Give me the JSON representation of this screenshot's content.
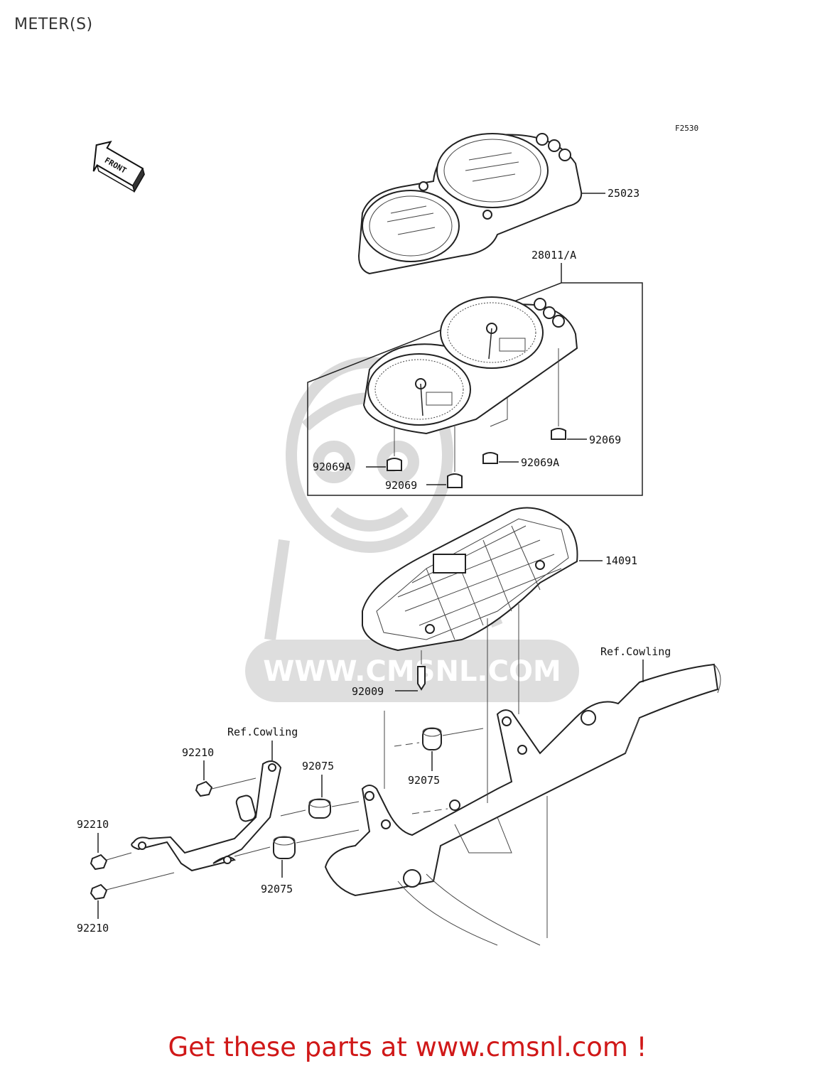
{
  "page": {
    "title": "METER(S)"
  },
  "diagram": {
    "figure_code": "F2530",
    "front_label": "FRONT",
    "watermark": "WWW.CMSNL.COM",
    "labels": {
      "p25023": "25023",
      "p28011": "28011/A",
      "p92069_right": "92069",
      "p92069a_right": "92069A",
      "p92069a_left": "92069A",
      "p92069_left": "92069",
      "p14091": "14091",
      "p92009": "92009",
      "ref_cowling_right": "Ref.Cowling",
      "ref_cowling_left": "Ref.Cowling",
      "p92210_top": "92210",
      "p92075_top_left": "92075",
      "p92075_top_right": "92075",
      "p92210_mid": "92210",
      "p92075_bottom": "92075",
      "p92210_bottom": "92210"
    }
  },
  "footer": {
    "text": "Get these parts at www.cmsnl.com !"
  },
  "colors": {
    "footer": "#d01818",
    "watermark": "#c8c8c8",
    "line": "#222222"
  }
}
